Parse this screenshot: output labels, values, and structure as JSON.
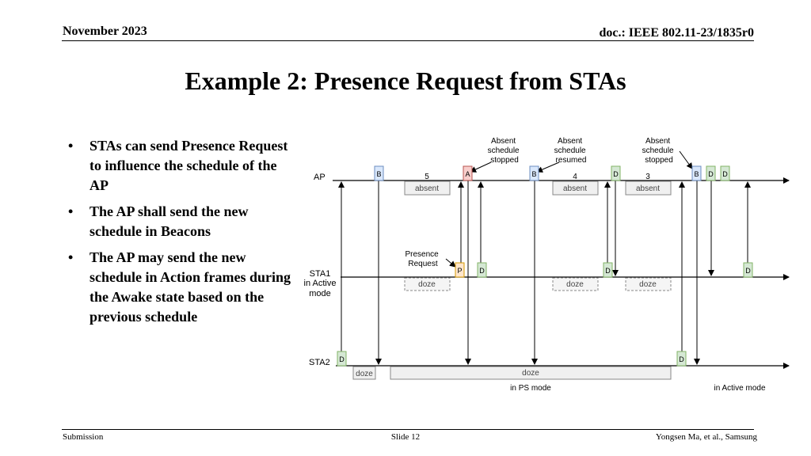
{
  "header": {
    "date": "November 2023",
    "doc_id": "doc.: IEEE 802.11-23/1835r0"
  },
  "title": "Example 2: Presence Request from STAs",
  "bullets": [
    "STAs can send Presence Request to influence the schedule of the AP",
    "The AP shall send the new schedule in Beacons",
    "The AP may send the new schedule in Action frames during the Awake state based on the previous schedule"
  ],
  "diagram": {
    "rows": {
      "ap": "AP",
      "sta1_line1": "STA1",
      "sta1_line2": "in Active",
      "sta1_line3": "mode",
      "sta2": "STA2"
    },
    "frames": {
      "beacon": "B",
      "data": "D",
      "action": "A",
      "presence": "P"
    },
    "counts": [
      "5",
      "4",
      "3"
    ],
    "bars": {
      "absent": "absent",
      "doze": "doze"
    },
    "callouts": {
      "absent_stopped_1": [
        "Absent",
        "schedule",
        "stopped"
      ],
      "absent_resumed": [
        "Absent",
        "schedule",
        "resumed"
      ],
      "absent_stopped_2": [
        "Absent",
        "schedule",
        "stopped"
      ],
      "presence_request": [
        "Presence",
        "Request"
      ]
    },
    "notes": {
      "ps_mode": "in PS mode",
      "active_mode": "in Active mode"
    },
    "colors": {
      "beacon_fill": "#dae8fc",
      "beacon_stroke": "#6c8ebf",
      "data_fill": "#d5e8d4",
      "data_stroke": "#82b366",
      "action_fill": "#f8cecc",
      "action_stroke": "#b85450",
      "presence_fill": "#ffe6cc",
      "presence_stroke": "#d79b00"
    }
  },
  "footer": {
    "left": "Submission",
    "center": "Slide 12",
    "right": "Yongsen Ma, et al., Samsung"
  }
}
